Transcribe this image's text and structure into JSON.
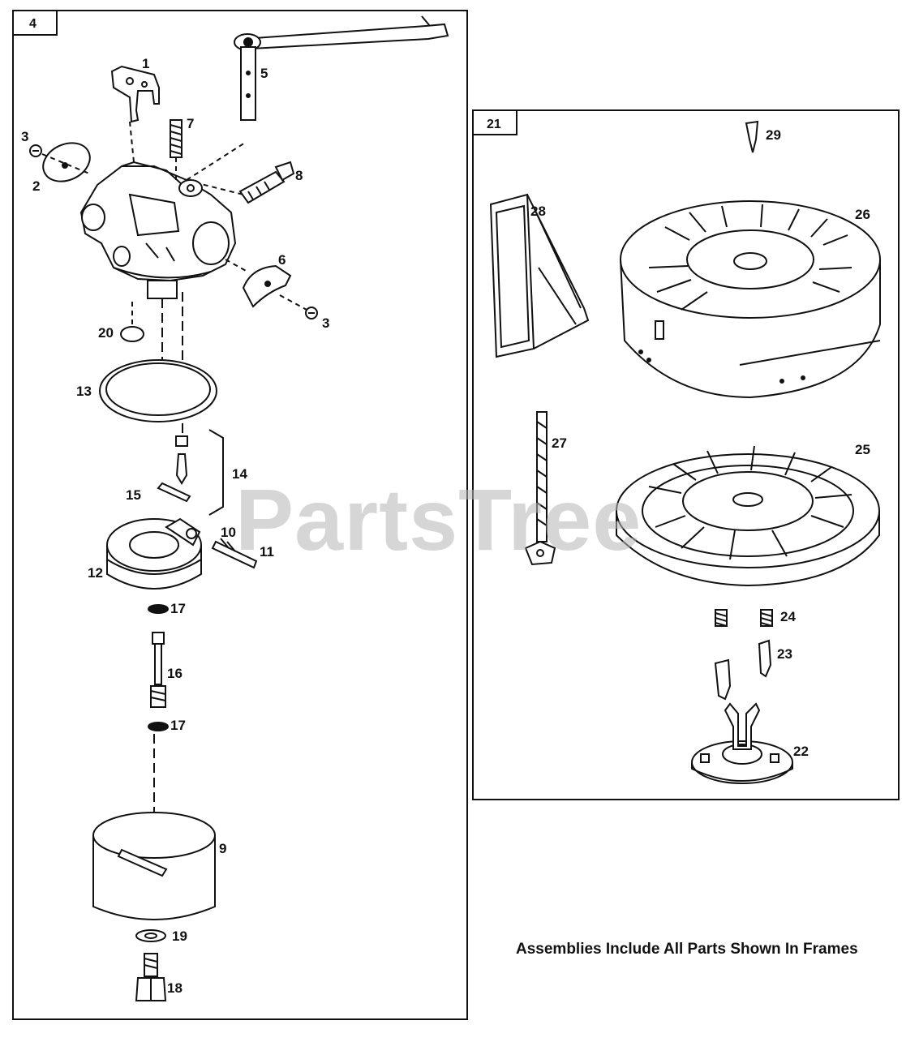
{
  "frames": {
    "left": {
      "tag": "4"
    },
    "right": {
      "tag": "21"
    }
  },
  "parts": {
    "p1": "1",
    "p2": "2",
    "p3a": "3",
    "p3b": "3",
    "p5": "5",
    "p6": "6",
    "p7": "7",
    "p8": "8",
    "p9": "9",
    "p10": "10",
    "p11": "11",
    "p12": "12",
    "p13": "13",
    "p14": "14",
    "p15": "15",
    "p16": "16",
    "p17a": "17",
    "p17b": "17",
    "p18": "18",
    "p19": "19",
    "p20": "20",
    "p22": "22",
    "p23": "23",
    "p24": "24",
    "p25": "25",
    "p26": "26",
    "p27": "27",
    "p28": "28",
    "p29": "29"
  },
  "footer": "Assemblies Include All Parts Shown In Frames",
  "watermark": "PartsTree",
  "colors": {
    "line": "#111111",
    "watermark": "#b5b5b5",
    "background": "#ffffff"
  }
}
